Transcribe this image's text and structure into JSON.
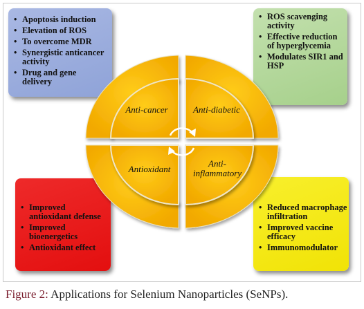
{
  "boxes": {
    "top_left": [
      "Apoptosis induction",
      "Elevation of ROS",
      "To overcome MDR",
      "Synergistic anticancer activity",
      "Drug and gene delivery"
    ],
    "top_right": [
      "ROS scavenging activity",
      "Effective reduction of hyperglycemia",
      "Modulates SIR1 and HSP"
    ],
    "bottom_left": [
      "Improved antioxidant defense",
      "Improved bioenergetics",
      "Antioxidant effect"
    ],
    "bottom_right": [
      "Reduced macrophage infiltration",
      "Improved vaccine efficacy",
      "Immunomodulator"
    ]
  },
  "wheel": {
    "anti_cancer": "Anti-cancer",
    "anti_diabetic": "Anti-diabetic",
    "antioxidant": "Antioxidant",
    "anti_inflammatory_1": "Anti-",
    "anti_inflammatory_2": "inflammatory"
  },
  "caption": {
    "label": "Figure 2:",
    "text": " Applications for Selenium Nanoparticles (SeNPs)."
  },
  "colors": {
    "blue_box": "#8fa3d8",
    "green_box": "#a6d08b",
    "red_box": "#e30f0f",
    "yellow_box": "#f1e306",
    "wheel_orange": "#f5b800"
  }
}
